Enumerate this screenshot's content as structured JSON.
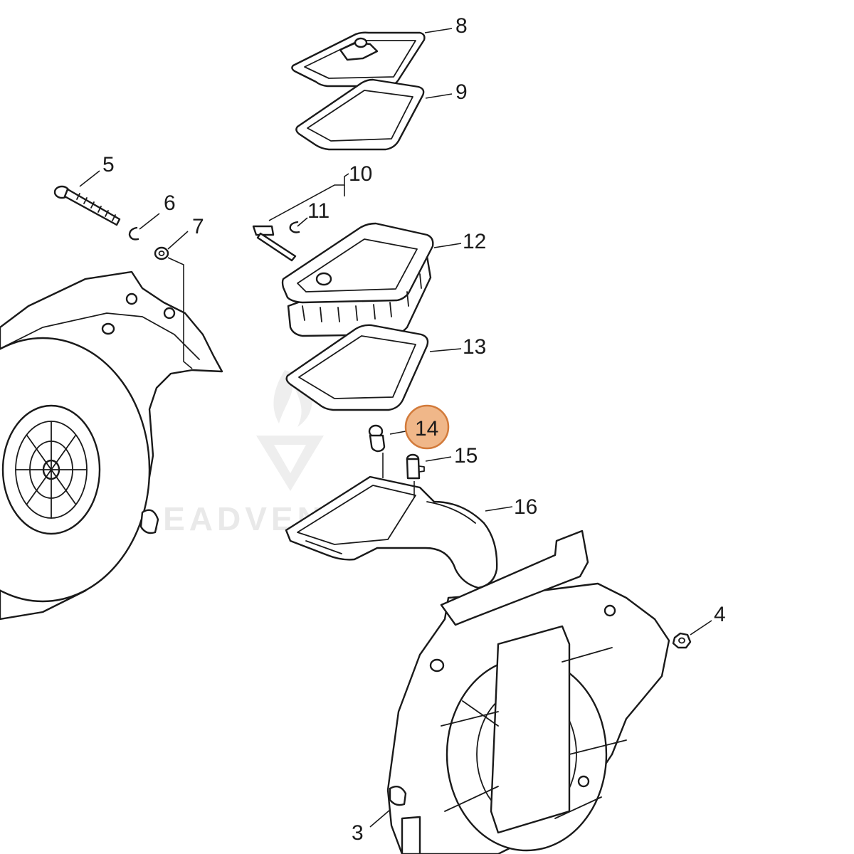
{
  "callouts": [
    {
      "id": "3",
      "label": "3"
    },
    {
      "id": "4",
      "label": "4"
    },
    {
      "id": "5",
      "label": "5"
    },
    {
      "id": "6",
      "label": "6"
    },
    {
      "id": "7",
      "label": "7"
    },
    {
      "id": "8",
      "label": "8"
    },
    {
      "id": "9",
      "label": "9"
    },
    {
      "id": "10",
      "label": "10"
    },
    {
      "id": "11",
      "label": "11"
    },
    {
      "id": "12",
      "label": "12"
    },
    {
      "id": "13",
      "label": "13"
    },
    {
      "id": "14",
      "label": "14",
      "highlighted": true
    },
    {
      "id": "15",
      "label": "15"
    },
    {
      "id": "16",
      "label": "16"
    }
  ],
  "watermark": {
    "text": "LEADVENTURE"
  },
  "colors": {
    "highlight_fill": "#f0b789",
    "highlight_stroke": "#d27a3a",
    "line": "#1a1a1a"
  }
}
